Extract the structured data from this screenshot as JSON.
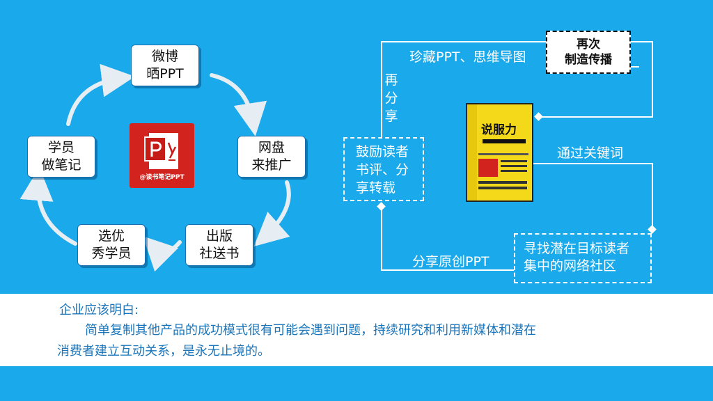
{
  "cycle": {
    "weibo": [
      "微博",
      "晒PPT"
    ],
    "netdisk": [
      "网盘",
      "来推广"
    ],
    "publish": [
      "出版",
      "社送书"
    ],
    "select": [
      "选优",
      "秀学员"
    ],
    "students": [
      "学员",
      "做笔记"
    ],
    "logo_caption": "@读书笔记PPT"
  },
  "flow": {
    "collect": "珍藏PPT、思维导图",
    "recreate": [
      "再次",
      "制造传播"
    ],
    "reshare": [
      "再",
      "分",
      "享"
    ],
    "encourage": [
      "鼓励读者",
      "书评、分",
      "享转载"
    ],
    "keyword": "通过关键词",
    "find": [
      "寻找潜在目标读者",
      "集中的网络社区"
    ],
    "share_original": "分享原创PPT",
    "book_title": "说服力"
  },
  "conclusion": {
    "heading": "企业应该明白:",
    "line1": "简单复制其他产品的成功模式很有可能会遇到问题，持续研究和利用新媒体和潜在",
    "line2": "消费者建立互动关系，是永无止境的。"
  },
  "colors": {
    "background": "#1aa9ea",
    "accent_text": "#1a75bb",
    "logo_red": "#d2231f"
  }
}
